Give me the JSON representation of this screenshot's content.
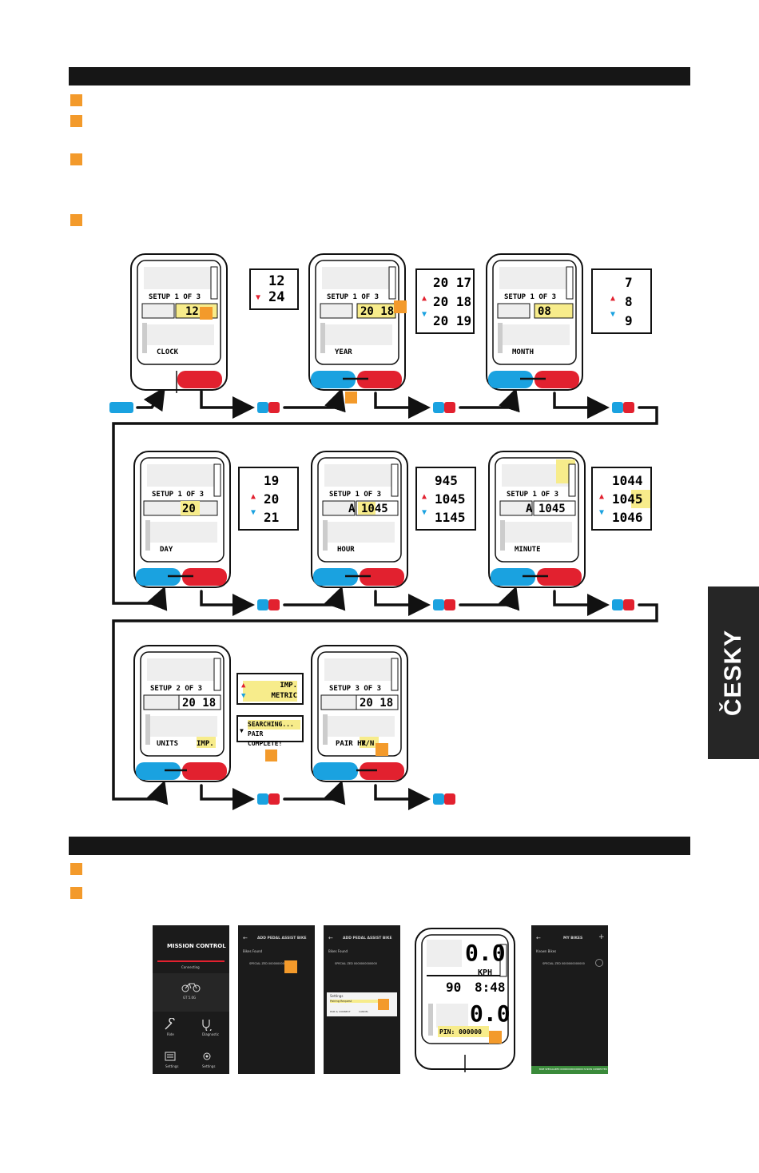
{
  "language_tab": "ČESKY",
  "colors": {
    "orange": "#f39a2b",
    "blue": "#1aa2e0",
    "red": "#e2212f",
    "highlight": "#f7ec8b",
    "bar": "#161616"
  },
  "devices": [
    {
      "id": "clock",
      "setup": "SETUP 1 OF 3",
      "value": "12",
      "label": "CLOCK",
      "popup": [
        "12",
        "24"
      ]
    },
    {
      "id": "year",
      "setup": "SETUP 1 OF 3",
      "value": "20 18",
      "label": "YEAR",
      "popup": [
        "20 17",
        "20 18",
        "20 19"
      ]
    },
    {
      "id": "month",
      "setup": "SETUP 1 OF 3",
      "value": "08",
      "label": "MONTH",
      "popup": [
        "7",
        "8",
        "9"
      ]
    },
    {
      "id": "day",
      "setup": "SETUP 1 OF 3",
      "value": "20",
      "label": "DAY",
      "popup": [
        "19",
        "20",
        "21"
      ]
    },
    {
      "id": "hour",
      "setup": "SETUP 1 OF 3",
      "value_prefix": "A",
      "value": "1045",
      "label": "HOUR",
      "popup": [
        "945",
        "1045",
        "1145"
      ]
    },
    {
      "id": "minute",
      "setup": "SETUP 1 OF 3",
      "value_prefix": "A",
      "value": "1045",
      "label": "MINUTE",
      "popup": [
        "1044",
        "1045",
        "1046"
      ]
    },
    {
      "id": "units",
      "setup": "SETUP 2 OF 3",
      "value": "20 18",
      "label": "UNITS",
      "label_value": "IMP.",
      "popup": [
        "IMP.",
        "METRIC"
      ]
    },
    {
      "id": "pair",
      "setup": "SETUP 3 OF 3",
      "value": "20 18",
      "label": "PAIR HR",
      "label_value": "Y/N",
      "popup": [
        "SEARCHING...",
        "PAIR COMPLETE!"
      ]
    }
  ],
  "main_display": {
    "speed": "0.0",
    "unit": "KPH",
    "cadence": "90",
    "time": "8:48",
    "distance": "0.0",
    "pin": "PIN: 000000"
  },
  "phones": [
    {
      "id": "phone1",
      "title": "MISSION CONTROL",
      "subtitle": "Connecting",
      "bike": "GT 5.0G",
      "menu": [
        "Ride",
        "Diagnostic",
        "Settings",
        "Settings"
      ]
    },
    {
      "id": "phone2",
      "title": "ADD PEDAL ASSIST BIKE",
      "sub": "Bikes Found",
      "item": "SPECIAL ZED 0000000000000"
    },
    {
      "id": "phone3",
      "title": "ADD PEDAL ASSIST BIKE",
      "sub": "Bikes Found",
      "item": "SPECIAL ZED 0000000000000",
      "dialog_title": "Settings",
      "dialog_text": "Pairing Request",
      "dialog_buttons": [
        "PAIR & CONNECT",
        "CANCEL"
      ]
    },
    {
      "id": "phone5",
      "title": "MY BIKES",
      "sub": "Known Bikes",
      "item": "SPECIAL ZED 0000000000000",
      "footer": "BIKE SPECIALIZED 0000000000000000 IS NOW CONNECTED"
    }
  ]
}
